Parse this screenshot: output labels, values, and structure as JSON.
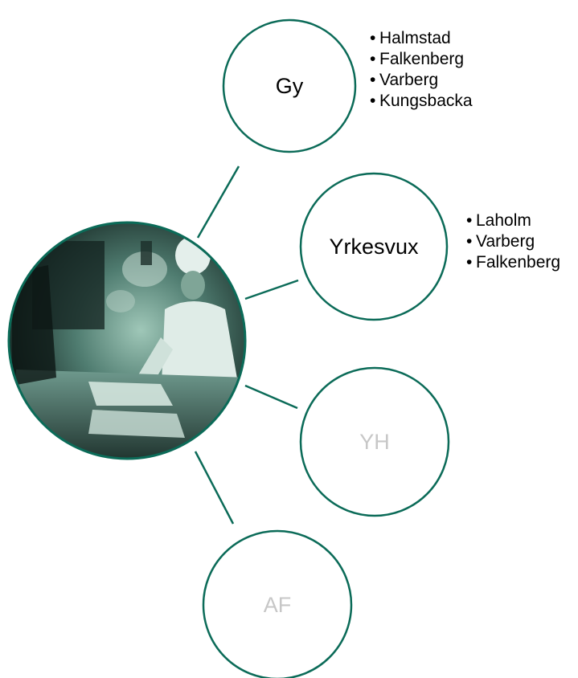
{
  "colors": {
    "stroke": "#0b6b58",
    "label_active": "#000000",
    "label_muted": "#c7c7c7",
    "photo_dark": "#0f1d1a",
    "photo_light": "#9fc7b8",
    "background": "#ffffff"
  },
  "photo": {
    "description_icon": "kitchen-chef-photo"
  },
  "nodes": [
    {
      "id": "gy",
      "label": "Gy",
      "muted": false
    },
    {
      "id": "yrkesvux",
      "label": "Yrkesvux",
      "muted": false
    },
    {
      "id": "yh",
      "label": "YH",
      "muted": true
    },
    {
      "id": "af",
      "label": "AF",
      "muted": true
    }
  ],
  "lists": {
    "gy": [
      "Halmstad",
      "Falkenberg",
      "Varberg",
      "Kungsbacka"
    ],
    "yrkesvux": [
      "Laholm",
      "Varberg",
      "Falkenberg"
    ]
  }
}
